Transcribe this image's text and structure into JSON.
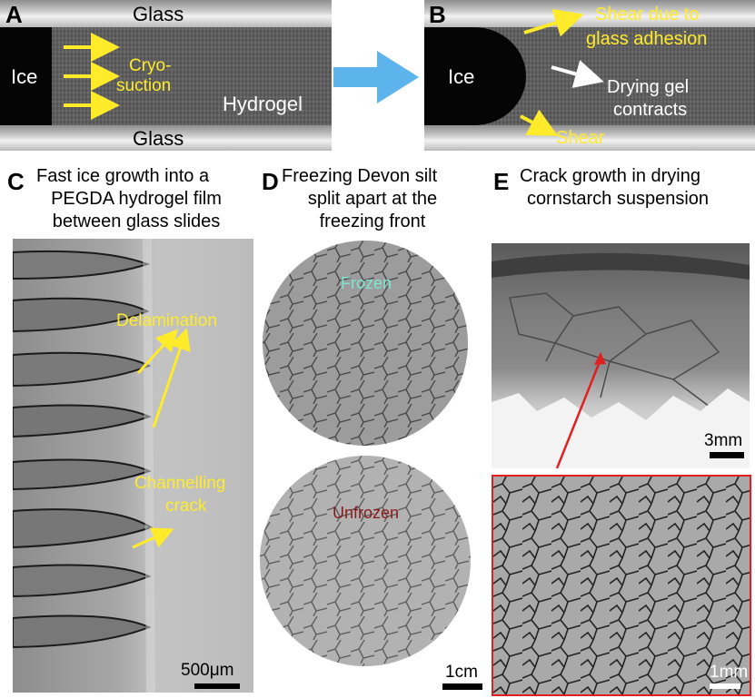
{
  "panels": {
    "A": {
      "letter": "A",
      "glass_top": "Glass",
      "glass_bottom": "Glass",
      "ice": "Ice",
      "cryosuction": [
        "Cryo-",
        "suction"
      ],
      "hydrogel": "Hydrogel"
    },
    "B": {
      "letter": "B",
      "ice": "Ice",
      "shear_adhesion": [
        "Shear due to",
        "glass adhesion"
      ],
      "drying": [
        "Drying gel",
        "contracts"
      ],
      "shear": "Shear"
    },
    "C": {
      "letter": "C",
      "caption": [
        "Fast ice growth into a",
        "PEGDA hydrogel film",
        "between glass slides"
      ],
      "delamination": "Delamination",
      "channelling": [
        "Channelling",
        "crack"
      ],
      "scale": "500μm"
    },
    "D": {
      "letter": "D",
      "caption": [
        "Freezing Devon silt",
        "split apart at the",
        "freezing front"
      ],
      "frozen": "Frozen",
      "unfrozen": "Unfrozen",
      "scale": "1cm"
    },
    "E": {
      "letter": "E",
      "caption": [
        "Crack growth in drying",
        "cornstarch suspension"
      ],
      "scale_top": "3mm",
      "scale_bottom": "1mm"
    }
  },
  "colors": {
    "annotation_yellow": "#ffeb2a",
    "frozen_label": "#7fe6d0",
    "unfrozen_label": "#8b1a1a",
    "arrow_blue": "#5db3ec",
    "inset_red": "#e02020"
  }
}
